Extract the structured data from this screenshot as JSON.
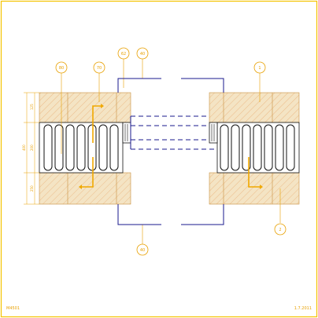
{
  "drawing": {
    "code": "M4501",
    "date": "1.7.2011"
  },
  "callouts": [
    {
      "label": "80"
    },
    {
      "label": "70"
    },
    {
      "label": "62"
    },
    {
      "label": "40"
    },
    {
      "label": "1"
    },
    {
      "label": "2"
    },
    {
      "label": "40"
    }
  ],
  "dimensions": {
    "d_top": "125",
    "d_total": "400",
    "d_mid": "200",
    "d_bottom": "250"
  },
  "colors": {
    "frame": "#f5c400",
    "insulation_fill": "#f4e4c4",
    "insulation_hatch": "#e8a060",
    "callout": "#e8a000",
    "steel_line": "#1a1a8c",
    "accent_arrow": "#f0a800",
    "tube_line": "#111111"
  }
}
